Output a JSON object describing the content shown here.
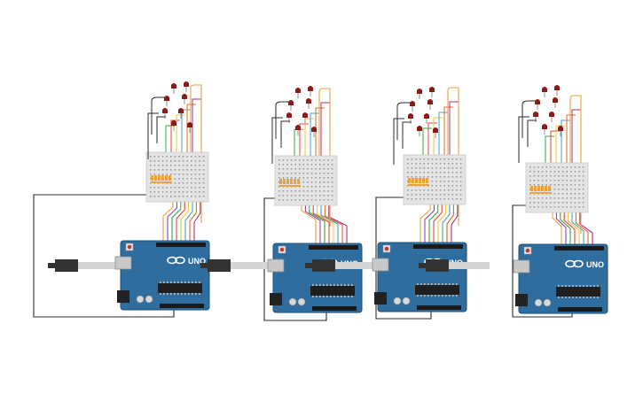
{
  "canvas": {
    "background": "#ffffff",
    "colors": {
      "board": "#2f6d9e",
      "board_edge": "#1e4f78",
      "breadboard": "#e4e4e4",
      "led": "#8b1a1a",
      "wire_dark": "#2b2b2b",
      "usb_plug": "#333333",
      "usb_cable": "#d6d6d6",
      "wire_palette": [
        "#e8a33a",
        "#9b3fbf",
        "#2eaa4a",
        "#e0433a",
        "#f0c534",
        "#3aa7d4",
        "#e06a1f",
        "#b02a8e",
        "#2d8f63"
      ]
    }
  },
  "circuits": [
    {
      "id": "circuit-1",
      "board_label": "UNO",
      "led_count": 8,
      "usb_side": "left"
    },
    {
      "id": "circuit-2",
      "board_label": "UNO",
      "led_count": 8,
      "usb_side": "left"
    },
    {
      "id": "circuit-3",
      "board_label": "UNO",
      "led_count": 8,
      "usb_side": "left"
    },
    {
      "id": "circuit-4",
      "board_label": "UNO",
      "led_count": 8,
      "usb_side": "left"
    }
  ]
}
